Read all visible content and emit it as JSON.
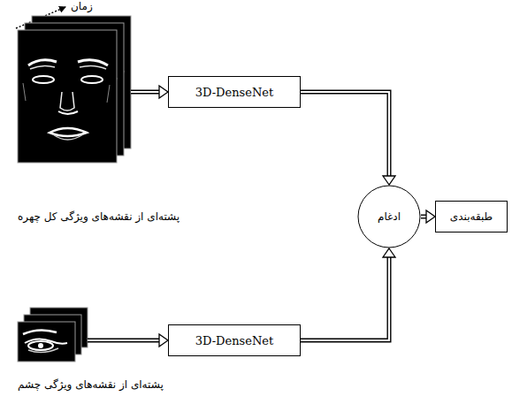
{
  "diagram": {
    "nodes": [
      {
        "text": [
          "پشته‌ای از نقشه‌های ویژگی کل چهره"
        ]
      },
      {
        "text": [
          "3D-DenseNet"
        ]
      },
      {
        "text": [
          "ادغام"
        ]
      },
      {
        "text": [
          "طبقه‌بندی"
        ]
      },
      {
        "text": [
          "پشته‌ای از نقشه‌های ویژگی چشم"
        ]
      },
      {
        "text": [
          "3D-DenseNet"
        ]
      }
    ],
    "edges": [
      {
        "from": 0,
        "to": 1,
        "arrow": "to"
      },
      {
        "from": 1,
        "to": 2,
        "arrow": "to"
      },
      {
        "from": 4,
        "to": 5,
        "arrow": "to"
      },
      {
        "from": 5,
        "to": 2,
        "arrow": "to"
      },
      {
        "from": 2,
        "to": 3,
        "arrow": "to"
      }
    ],
    "labels": [
      "زمان"
    ]
  }
}
